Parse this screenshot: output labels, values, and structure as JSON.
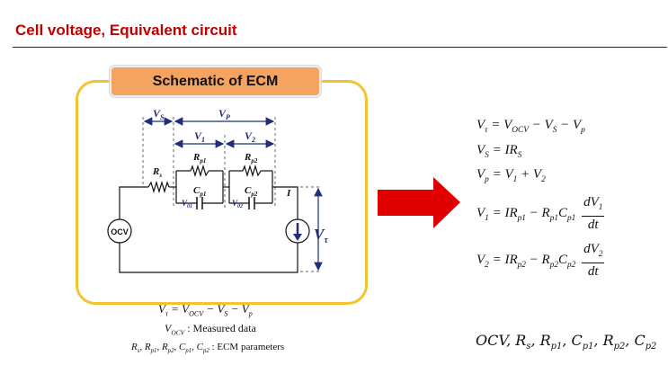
{
  "slide": {
    "title": "Cell voltage, Equivalent circuit"
  },
  "panel": {
    "header": "Schematic of ECM"
  },
  "circuit": {
    "top_dims": {
      "vs": "V",
      "vs_sub": "S",
      "vp": "V",
      "vp_sub": "P",
      "v1": "V",
      "v1_sub": "1",
      "v2": "V",
      "v2_sub": "2"
    },
    "components": {
      "rs": "R",
      "rs_sub": "s",
      "rp1": "R",
      "rp1_sub": "p1",
      "rp2": "R",
      "rp2_sub": "p2",
      "cp1": "C",
      "cp1_sub": "p1",
      "cp2": "C",
      "cp2_sub": "p2",
      "v01": "V",
      "v01_sub": "01",
      "v02": "V",
      "v02_sub": "02",
      "source": "OCV",
      "current": "I",
      "vt": "V",
      "vt_sub": "τ"
    }
  },
  "captions": {
    "line1": {
      "lhs": "V",
      "lhs_sub": "τ",
      "ocv": "V",
      "ocv_sub": "OCV",
      "vs": "V",
      "vs_sub": "S",
      "vp": "V",
      "vp_sub": "p"
    },
    "line2": {
      "v": "V",
      "v_sub": "OCV",
      "text": " : Measured data"
    },
    "line3": {
      "text": "R",
      "rs_sub": "s",
      "rest": ", R",
      "rp1": "p1",
      "sep2": ", R",
      "rp2": "p2",
      "sep3": ", C",
      "cp1": "p1",
      "sep4": ", C",
      "cp2": "p2",
      "label": " : ECM parameters"
    }
  },
  "colors": {
    "accent_red": "#c00000",
    "arrow_red": "#e00000",
    "panel_border": "#f4c430",
    "header_fill": "#f4a460",
    "dim_blue": "#1f2d7a"
  },
  "equations": {
    "eq1": {
      "v": "V",
      "v_sub": "τ",
      "rhs": "V",
      "rhs_sub": "OCV",
      "m1": "V",
      "m1_sub": "S",
      "m2": "V",
      "m2_sub": "p"
    },
    "eq2": {
      "v": "V",
      "v_sub": "S",
      "rhs": "IR",
      "rhs_sub": "S"
    },
    "eq3": {
      "v": "V",
      "v_sub": "p",
      "a": "V",
      "a_sub": "1",
      "b": "V",
      "b_sub": "2"
    },
    "eq4": {
      "v": "V",
      "v_sub": "1",
      "t1": "IR",
      "t1_sub": "p1",
      "t2": "R",
      "t2_sub": "p1",
      "t3": "C",
      "t3_sub": "p1",
      "num": "dV",
      "num_sub": "1",
      "den": "dt"
    },
    "eq5": {
      "v": "V",
      "v_sub": "2",
      "t1": "IR",
      "t1_sub": "p2",
      "t2": "R",
      "t2_sub": "p2",
      "t3": "C",
      "t3_sub": "p2",
      "num": "dV",
      "num_sub": "2",
      "den": "dt"
    }
  },
  "parameters": {
    "ocv": "OCV",
    "rs": "R",
    "rs_sub": "s",
    "rp1": "R",
    "rp1_sub": "p1",
    "cp1": "C",
    "cp1_sub": "p1",
    "rp2": "R",
    "rp2_sub": "p2",
    "cp2": "C",
    "cp2_sub": "p2"
  }
}
